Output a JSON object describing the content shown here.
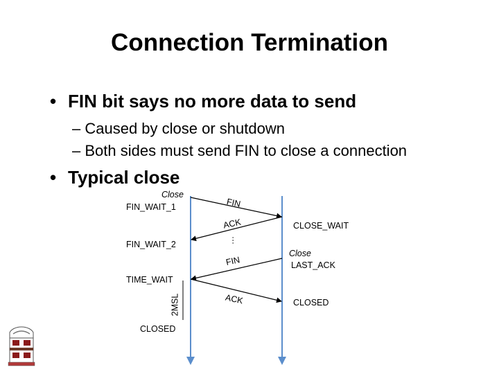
{
  "title": "Connection Termination",
  "bullets": [
    {
      "text": "FIN bit says no more data to send",
      "subs": [
        "Caused by close or shutdown",
        "Both sides must send FIN to close a connection"
      ]
    },
    {
      "text": "Typical close"
    }
  ],
  "diagram": {
    "left_labels": {
      "close": "Close",
      "fin_wait_1": "FIN_WAIT_1",
      "fin_wait_2": "FIN_WAIT_2",
      "time_wait": "TIME_WAIT",
      "closed": "CLOSED",
      "twomsl": "2MSL"
    },
    "right_labels": {
      "close_wait": "CLOSE_WAIT",
      "close": "Close",
      "last_ack": "LAST_ACK",
      "closed": "CLOSED"
    },
    "messages": {
      "fin1": "FIN",
      "ack1": "ACK",
      "ellipsis": "…",
      "fin2": "FIN",
      "ack2": "ACK"
    },
    "colors": {
      "timeline": "#5b8ecc",
      "arrow": "#000000"
    }
  }
}
